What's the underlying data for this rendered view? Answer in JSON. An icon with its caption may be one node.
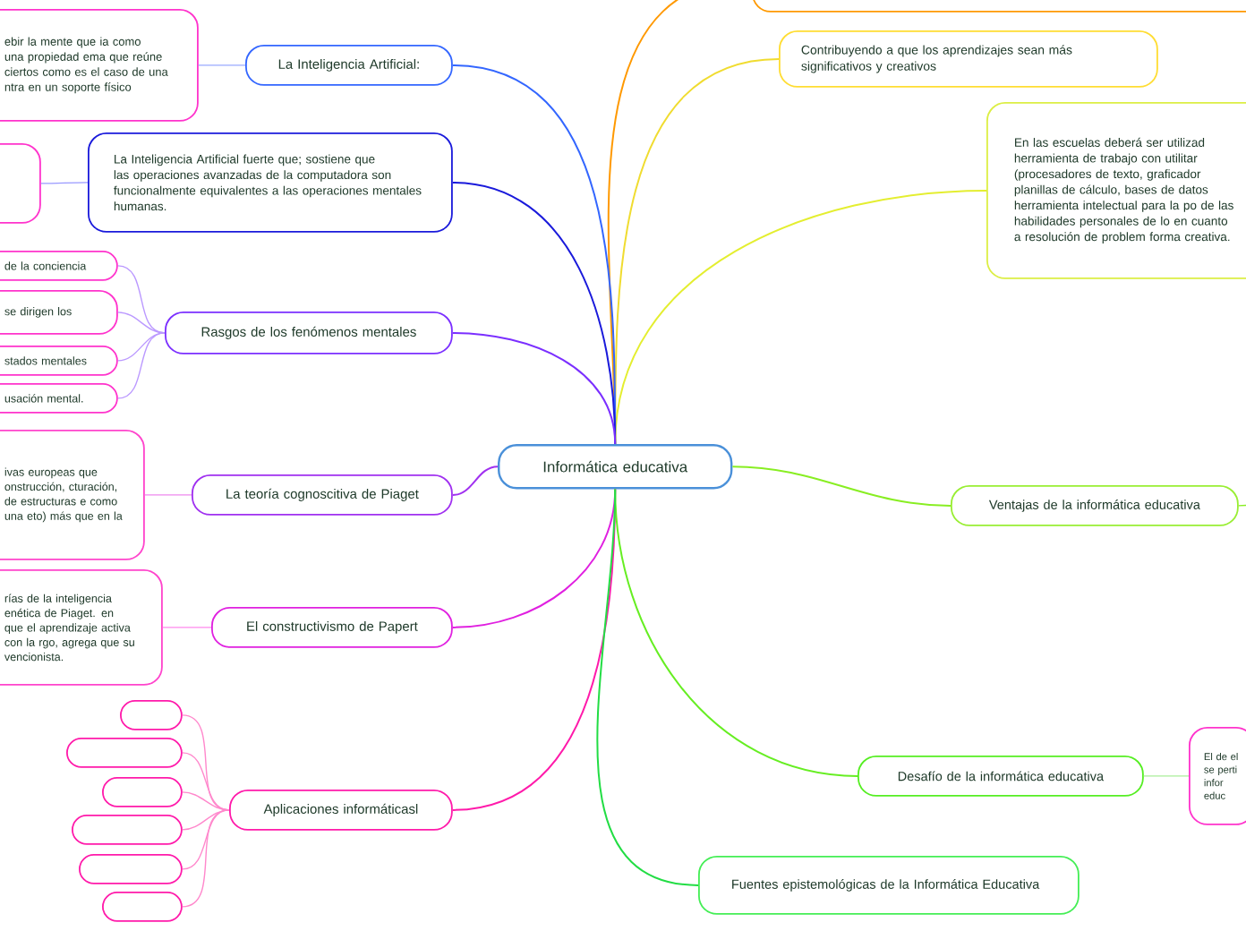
{
  "diagram": {
    "nodes": [
      {
        "text": [
          "Informática educativa"
        ]
      },
      {
        "text": [],
        "shape": "box"
      },
      {
        "text": [
          "Contribuyendo a que los aprendizajes sean más significativos y creativos"
        ]
      },
      {
        "text": [
          "En las escuelas deberá ser utilizad herramienta de trabajo con utilitar (procesadores de texto, graficador planillas de cálculo, bases de datos herramienta intelectual para la po de las habilidades personales de lo en cuanto a resolución de problem forma creativa."
        ]
      },
      {
        "text": [
          "La Inteligencia Artificial:"
        ]
      },
      {
        "text": [
          "ebir la mente que ia como una propiedad ema que reúne ciertos como es el caso de una ntra en un soporte físico"
        ]
      },
      {
        "text": [
          "La Inteligencia Artificial fuerte que; sostiene que las operaciones avanzadas de la computadora son funcionalmente equivalentes a las operaciones mentales humanas."
        ]
      },
      {
        "text": [],
        "shape": "box"
      },
      {
        "text": [
          "Rasgos de los fenómenos mentales"
        ]
      },
      {
        "text": [
          "de la conciencia"
        ]
      },
      {
        "text": [
          "se dirigen los"
        ]
      },
      {
        "text": [
          "stados mentales"
        ]
      },
      {
        "text": [
          "usación mental."
        ]
      },
      {
        "text": [
          "La teoría cognoscitiva de Piaget"
        ]
      },
      {
        "text": [
          "ivas europeas que onstrucción, cturación, de estructuras e como una eto) más que en la"
        ]
      },
      {
        "text": [
          "El constructivismo de Papert"
        ]
      },
      {
        "text": [
          "rías de la inteligencia enética de Piaget. en que el aprendizaje activa con la rgo, agrega que su vencionista."
        ]
      },
      {
        "text": [
          "Aplicaciones informáticasl"
        ]
      },
      {
        "text": [],
        "shape": "box"
      },
      {
        "text": [],
        "shape": "box"
      },
      {
        "text": [],
        "shape": "box"
      },
      {
        "text": [],
        "shape": "box"
      },
      {
        "text": [],
        "shape": "box"
      },
      {
        "text": [],
        "shape": "box"
      },
      {
        "text": [
          "Ventajas de la informática educativa"
        ]
      },
      {
        "text": [
          "Desafío de la informática educativa"
        ]
      },
      {
        "text": [
          "El de el se perti infor educ"
        ]
      },
      {
        "text": [
          "Fuentes epistemológicas de la Informática Educativa"
        ]
      }
    ],
    "edges": [
      {
        "from": 0,
        "to": 1,
        "arrow": "none",
        "color": "#ff9900"
      },
      {
        "from": 0,
        "to": 2,
        "arrow": "none",
        "color": "#f0dc30"
      },
      {
        "from": 0,
        "to": 3,
        "arrow": "none",
        "color": "#e4ee30"
      },
      {
        "from": 0,
        "to": 4,
        "arrow": "none",
        "color": "#3366ff"
      },
      {
        "from": 4,
        "to": 5,
        "arrow": "none",
        "color": "#99aaff"
      },
      {
        "from": 0,
        "to": 6,
        "arrow": "none",
        "color": "#1a1adb"
      },
      {
        "from": 6,
        "to": 7,
        "arrow": "none",
        "color": "#9999ff"
      },
      {
        "from": 0,
        "to": 8,
        "arrow": "none",
        "color": "#7b2fff"
      },
      {
        "from": 8,
        "to": 9,
        "arrow": "none",
        "color": "#bb99ff"
      },
      {
        "from": 8,
        "to": 10,
        "arrow": "none",
        "color": "#bb99ff"
      },
      {
        "from": 8,
        "to": 11,
        "arrow": "none",
        "color": "#bb99ff"
      },
      {
        "from": 8,
        "to": 12,
        "arrow": "none",
        "color": "#bb99ff"
      },
      {
        "from": 0,
        "to": 13,
        "arrow": "none",
        "color": "#a030f0"
      },
      {
        "from": 13,
        "to": 14,
        "arrow": "none",
        "color": "#ee88ee"
      },
      {
        "from": 0,
        "to": 15,
        "arrow": "none",
        "color": "#e020e0"
      },
      {
        "from": 15,
        "to": 16,
        "arrow": "none",
        "color": "#ff88ee"
      },
      {
        "from": 0,
        "to": 17,
        "arrow": "none",
        "color": "#ff1aaa"
      },
      {
        "from": 17,
        "to": 18,
        "arrow": "none",
        "color": "#ff88cc"
      },
      {
        "from": 17,
        "to": 19,
        "arrow": "none",
        "color": "#ff88cc"
      },
      {
        "from": 17,
        "to": 20,
        "arrow": "none",
        "color": "#ff88cc"
      },
      {
        "from": 17,
        "to": 21,
        "arrow": "none",
        "color": "#ff88cc"
      },
      {
        "from": 17,
        "to": 22,
        "arrow": "none",
        "color": "#ff88cc"
      },
      {
        "from": 17,
        "to": 23,
        "arrow": "none",
        "color": "#ff88cc"
      },
      {
        "from": 0,
        "to": 24,
        "arrow": "none",
        "color": "#88ee22"
      },
      {
        "from": 24,
        "to": null,
        "arrow": "none",
        "color": "#88ee22"
      },
      {
        "from": 0,
        "to": 25,
        "arrow": "none",
        "color": "#66ee22"
      },
      {
        "from": 25,
        "to": 26,
        "arrow": "none",
        "color": "#aaee99"
      },
      {
        "from": 0,
        "to": 27,
        "arrow": "none",
        "color": "#22dd44"
      }
    ]
  }
}
